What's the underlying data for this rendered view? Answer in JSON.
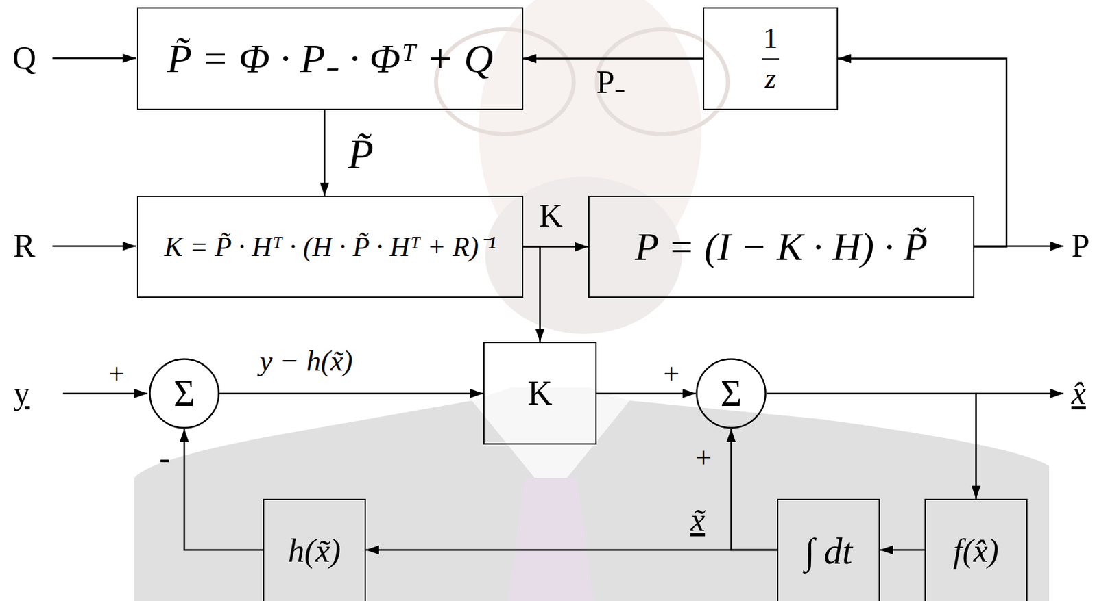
{
  "diagram": {
    "nodes": [
      {
        "text": [
          "P̃ = Φ · P₋ · Φᵀ + Q"
        ]
      },
      {
        "text": [
          "1",
          "z"
        ]
      },
      {
        "text": [
          "K = P̃ · Hᵀ · (H · P̃ · Hᵀ + R)⁻¹"
        ]
      },
      {
        "text": [
          "P = (I − K · H) · P̃"
        ]
      },
      {
        "text": [
          "Σ"
        ]
      },
      {
        "text": [
          "K"
        ]
      },
      {
        "text": [
          "Σ"
        ]
      },
      {
        "text": [
          "h(x̃)"
        ]
      },
      {
        "text": [
          "∫ dt"
        ]
      },
      {
        "text": [
          "f(x̂)"
        ]
      }
    ],
    "edges": [
      {
        "from": 1,
        "to": 0,
        "arrow": "to",
        "label": "P₋"
      },
      {
        "from": 0,
        "to": 2,
        "arrow": "to",
        "label": "P̃"
      },
      {
        "from": 2,
        "to": 3,
        "arrow": "to",
        "label": "K"
      },
      {
        "from": 2,
        "to": 5,
        "arrow": "to"
      },
      {
        "from": 3,
        "to": 1,
        "arrow": "to"
      },
      {
        "from": 7,
        "to": 4,
        "arrow": "to"
      },
      {
        "from": 4,
        "to": 5,
        "arrow": "to",
        "label": "y − h(x̃)"
      },
      {
        "from": 5,
        "to": 6,
        "arrow": "to"
      },
      {
        "from": 6,
        "to": 9,
        "arrow": "to"
      },
      {
        "from": 9,
        "to": 8,
        "arrow": "to"
      },
      {
        "from": 8,
        "to": 7,
        "arrow": "to"
      },
      {
        "from": 8,
        "to": 6,
        "arrow": "to",
        "label": "x̃"
      }
    ],
    "labels": [
      "Q",
      "R",
      "P",
      "y",
      "+",
      "-",
      "+",
      "+",
      "x̂"
    ]
  }
}
